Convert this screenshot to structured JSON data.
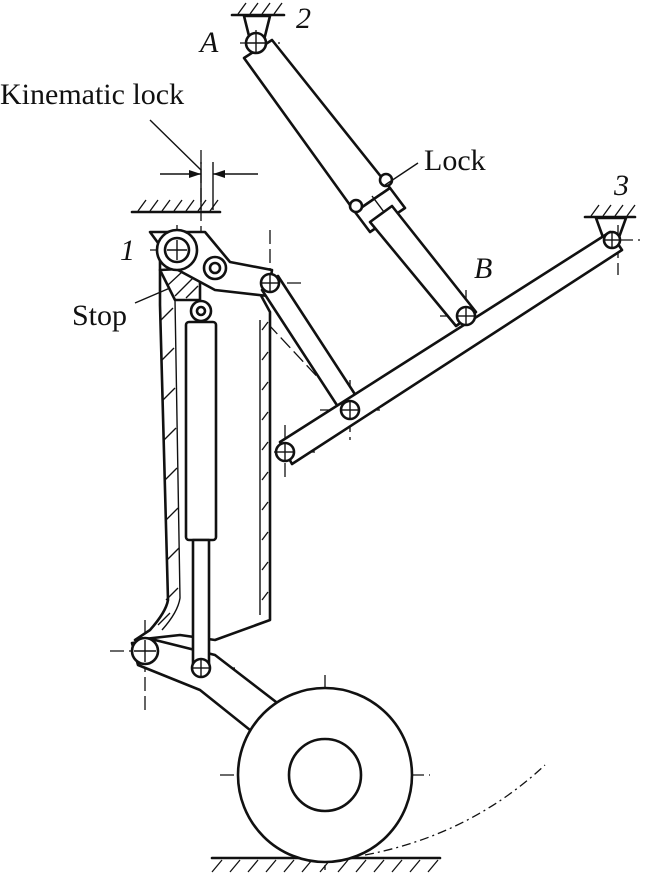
{
  "labels": {
    "kinematic_lock": "Kinematic lock",
    "lock": "Lock",
    "stop": "Stop",
    "point_a": "A",
    "point_b": "B",
    "support_1": "1",
    "support_2": "2",
    "support_3": "3"
  },
  "colors": {
    "ink": "#111111",
    "background": "#ffffff"
  }
}
